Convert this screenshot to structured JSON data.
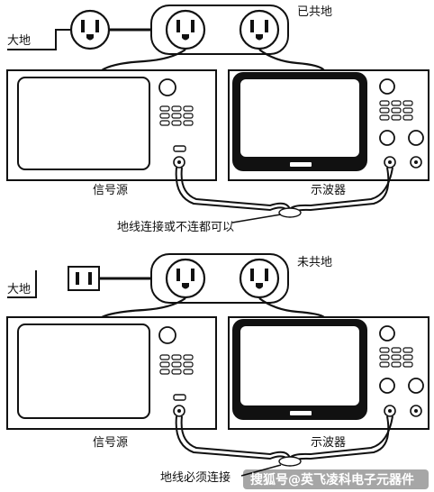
{
  "top": {
    "ground_label": "大地",
    "status_label": "已共地",
    "generator_label": "信号源",
    "scope_label": "示波器",
    "note": "地线连接或不连都可以"
  },
  "bottom": {
    "ground_label": "大地",
    "status_label": "未共地",
    "generator_label": "信号源",
    "scope_label": "示波器",
    "note": "地线必须连接"
  },
  "watermark": "搜狐号@英飞凌科电子元器件",
  "colors": {
    "line": "#111111",
    "screen": "#111111",
    "background": "#ffffff"
  }
}
